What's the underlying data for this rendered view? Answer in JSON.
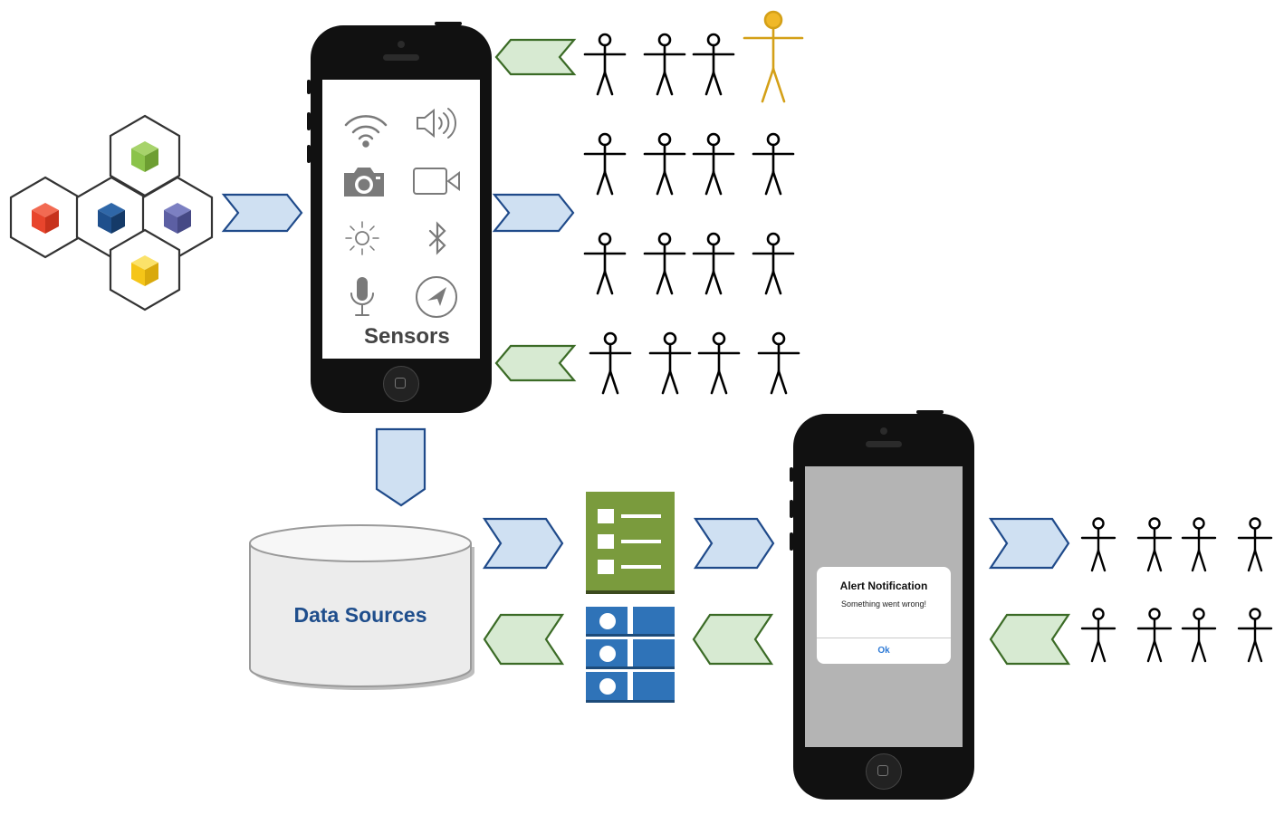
{
  "sensor_phone": {
    "label": "Sensors",
    "icons": [
      "wifi-icon",
      "speaker-icon",
      "camera-icon",
      "video-icon",
      "brightness-icon",
      "bluetooth-icon",
      "microphone-icon",
      "location-icon"
    ]
  },
  "data_sources": {
    "label": "Data Sources"
  },
  "alert_phone": {
    "title": "Alert Notification",
    "message": "Something went wrong!",
    "ok_label": "Ok"
  },
  "colors": {
    "blue_arrow_fill": "#cfe0f2",
    "blue_arrow_stroke": "#1f4a8a",
    "green_arrow_fill": "#d7ead2",
    "green_arrow_stroke": "#3b6b26",
    "highlight_person": "#d4a017",
    "cube_colors": [
      "#8bc34a",
      "#e8452c",
      "#1e4f8c",
      "#5c5fa3",
      "#f5c518"
    ],
    "checklist_bg": "#7a9b3d",
    "grid_bg": "#2f73b8"
  }
}
